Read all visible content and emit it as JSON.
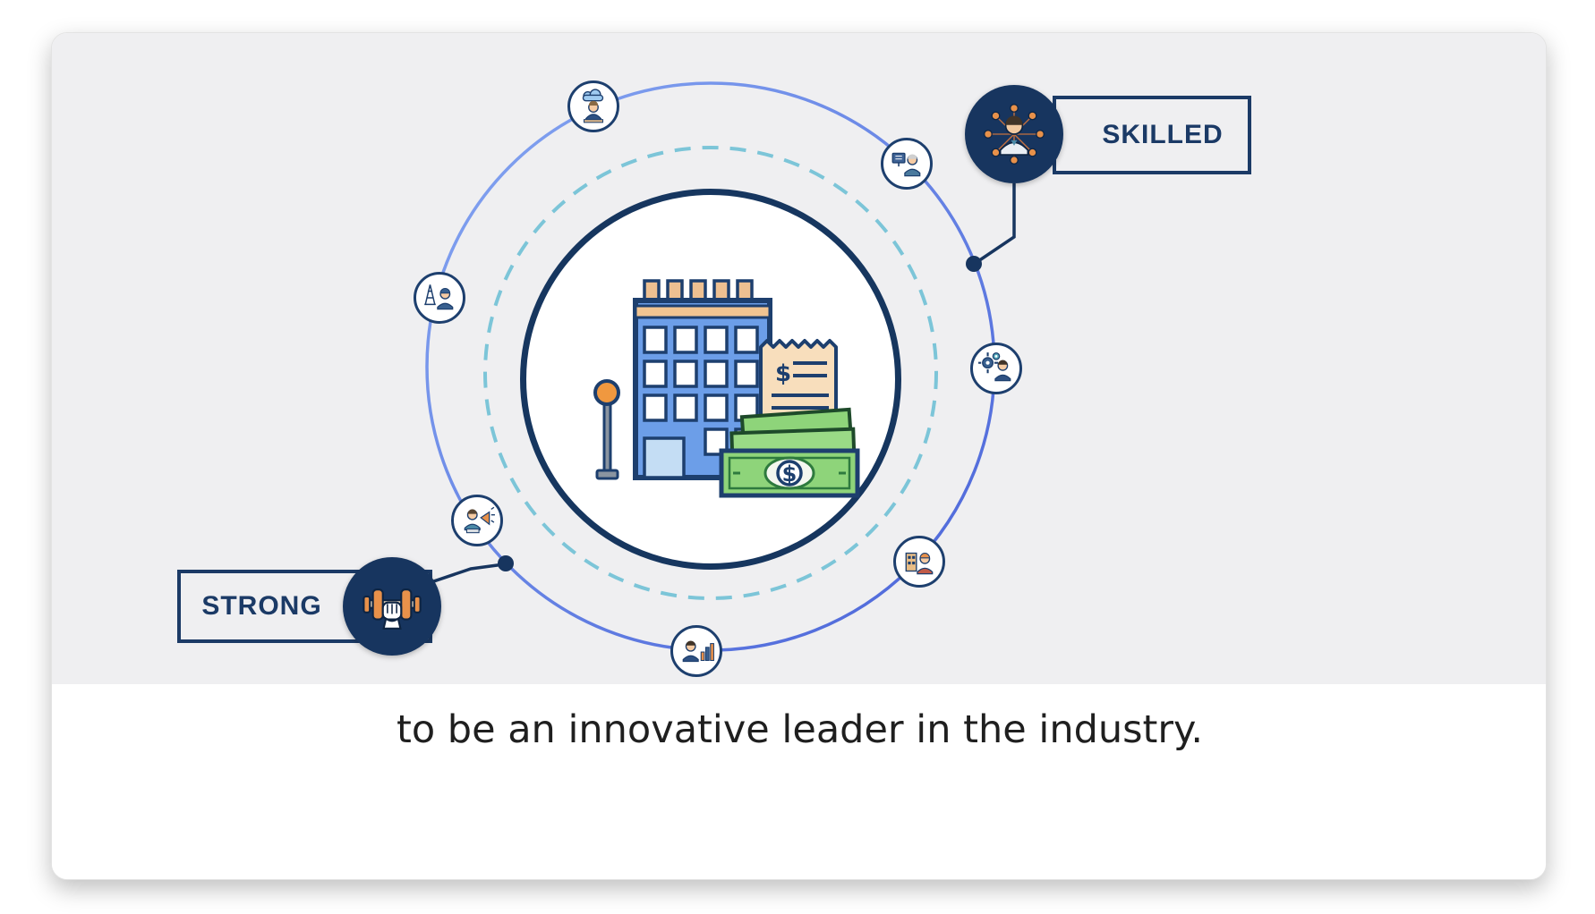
{
  "slide": {
    "caption": "to be an innovative leader in the industry.",
    "callouts": [
      {
        "label": "SKILLED",
        "icon": "networked-person-icon"
      },
      {
        "label": "STRONG",
        "icon": "fist-dumbbell-icon"
      }
    ],
    "center": {
      "icon": "office-building-money-illustration",
      "currency_symbol": "$"
    },
    "nodes": [
      {
        "icon": "cloud-worker-icon"
      },
      {
        "icon": "presenter-screen-icon"
      },
      {
        "icon": "engineer-gears-icon"
      },
      {
        "icon": "worker-building-icon"
      },
      {
        "icon": "analyst-chart-icon"
      },
      {
        "icon": "marketer-megaphone-icon"
      },
      {
        "icon": "oil-worker-icon"
      }
    ],
    "colors": {
      "navy": "#17355f",
      "ring_blue": "#5f7ce8",
      "dashed_ring": "#7cc5d8",
      "slide_bg": "#efeff1",
      "accent_orange": "#e8914a",
      "money_green": "#8ed47a"
    }
  }
}
